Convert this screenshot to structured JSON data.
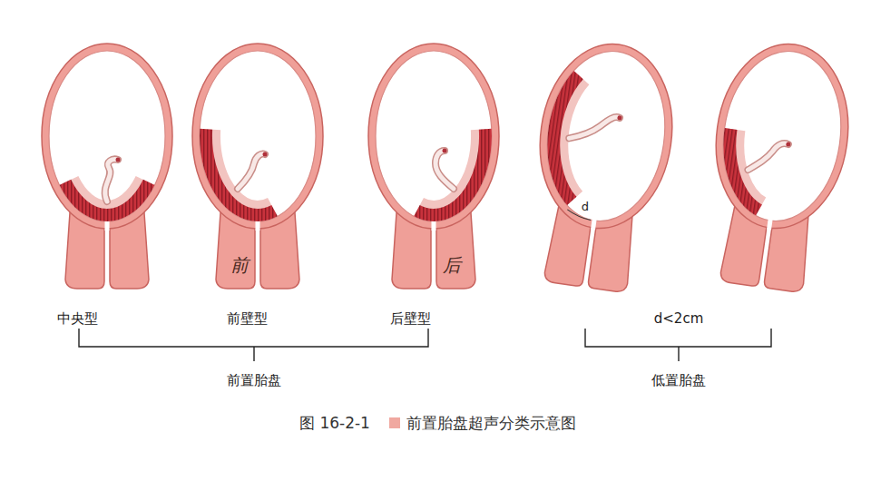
{
  "diagram": {
    "caption": "图 16-2-1",
    "labels": [
      "前",
      "后",
      "d",
      "中央型",
      "前壁型",
      "后壁型",
      "前置胎盘",
      "d<2cm",
      "低置胎盘",
      "前置胎盘超声分类示意图"
    ]
  }
}
